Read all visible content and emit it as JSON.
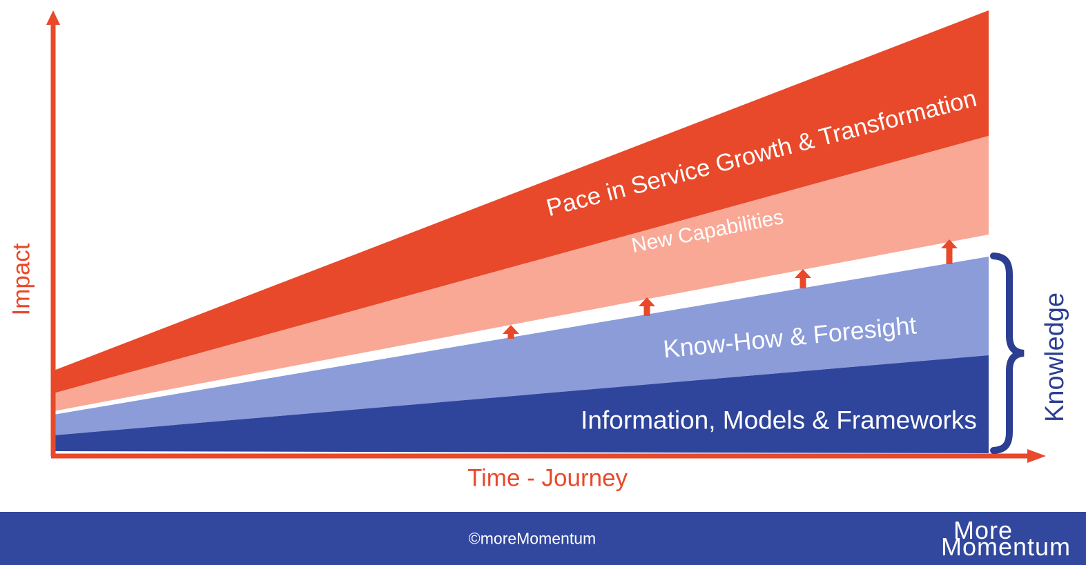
{
  "diagram": {
    "y_axis_label": "Impact",
    "x_axis_label": "Time - Journey",
    "bands": [
      {
        "label": "Pace in Service Growth & Transformation",
        "color": "#E8492B",
        "text_color": "#FFFFFF"
      },
      {
        "label": "New Capabilities",
        "color": "#F9A896",
        "text_color": "#FFFFFF"
      },
      {
        "label": "Know-How & Foresight",
        "color": "#8B9CD9",
        "text_color": "#FFFFFF"
      },
      {
        "label": "Information, Models & Frameworks",
        "color": "#2F459C",
        "text_color": "#FFFFFF"
      }
    ],
    "brace_label": "Knowledge",
    "up_arrow_count": 4
  },
  "colors": {
    "axis_red": "#E8492B",
    "arrow_red": "#E8492B",
    "brace_blue": "#2B3E92",
    "knowledge_text": "#2B3E92",
    "footer_background": "#32489E"
  },
  "footer": {
    "copyright": "©moreMomentum",
    "logo_line1": "More",
    "logo_line2": "Momentum"
  }
}
